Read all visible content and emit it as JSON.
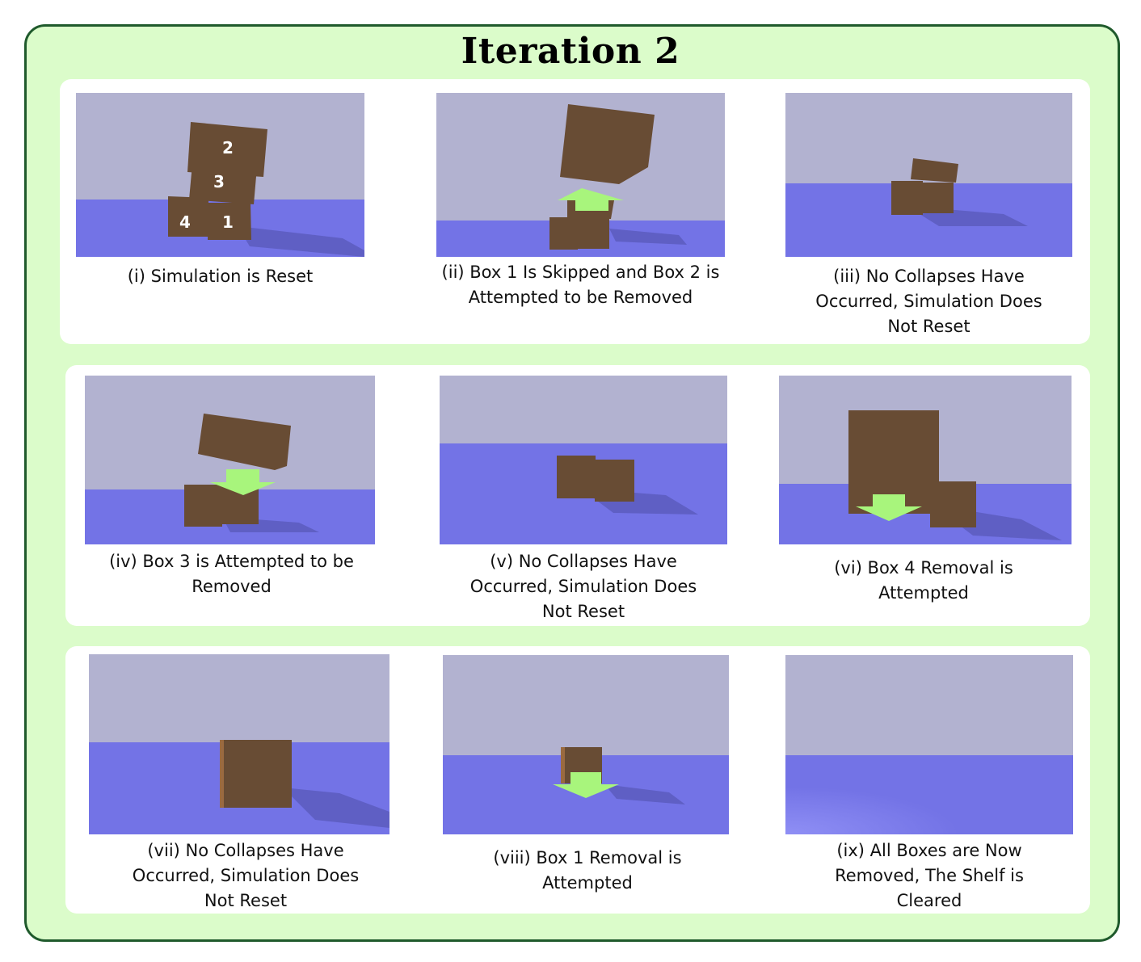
{
  "title": "Iteration 2",
  "colors": {
    "frame_bg": "#dbfcca",
    "frame_border": "#1f5a2c",
    "sky": "#b2b2d0",
    "ground": "#7373e6",
    "box": "#684c34",
    "arrow": "#a8f57c"
  },
  "panels": [
    {
      "caption_lines": [
        "(i) Simulation is Reset"
      ],
      "box_labels": [
        "2",
        "3",
        "4",
        "1"
      ]
    },
    {
      "caption_lines": [
        "(ii) Box 1 Is Skipped and Box 2 is",
        "Attempted to be Removed"
      ]
    },
    {
      "caption_lines": [
        "(iii) No Collapses Have",
        "Occurred, Simulation Does",
        "Not Reset"
      ]
    },
    {
      "caption_lines": [
        "(iv) Box 3 is Attempted to be",
        "Removed"
      ]
    },
    {
      "caption_lines": [
        "(v) No Collapses Have",
        "Occurred, Simulation Does",
        "Not Reset"
      ]
    },
    {
      "caption_lines": [
        "(vi) Box 4 Removal is",
        "Attempted"
      ]
    },
    {
      "caption_lines": [
        "(vii) No Collapses Have",
        "Occurred, Simulation Does",
        "Not Reset"
      ]
    },
    {
      "caption_lines": [
        "(viii) Box 1 Removal is",
        "Attempted"
      ]
    },
    {
      "caption_lines": [
        "(ix) All Boxes are Now",
        "Removed, The Shelf is",
        "Cleared"
      ]
    }
  ]
}
